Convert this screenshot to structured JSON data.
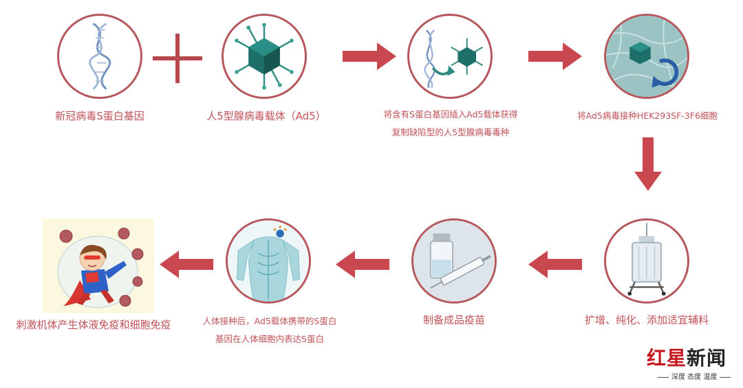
{
  "steps": {
    "gene": {
      "label": "新冠病毒S蛋白基因"
    },
    "vector": {
      "label": "人5型腺病毒载体（Ad5）"
    },
    "insert": {
      "line1": "将含有S蛋白基因插入Ad5载体获得",
      "line2": "复制缺陷型的人5型腺病毒毒种"
    },
    "inoculate": {
      "label": "将Ad5病毒接种HEK293SF-3F6细胞"
    },
    "amplify": {
      "label": "扩增、纯化、添加适宜辅料"
    },
    "vaccine": {
      "label": "制备成品疫苗"
    },
    "express": {
      "line1": "人体接种后，Ad5载体携带的S蛋白",
      "line2": "基因在人体细胞内表达S蛋白"
    },
    "immune": {
      "label": "刺激机体产生体液免疫和细胞免疫"
    }
  },
  "brand": {
    "red": "红星",
    "dark": "新闻",
    "tagline": "深度 态度 温度"
  },
  "colors": {
    "accent": "#c05257",
    "arrow": "#c9474e",
    "virus": "#1d6f6a"
  }
}
